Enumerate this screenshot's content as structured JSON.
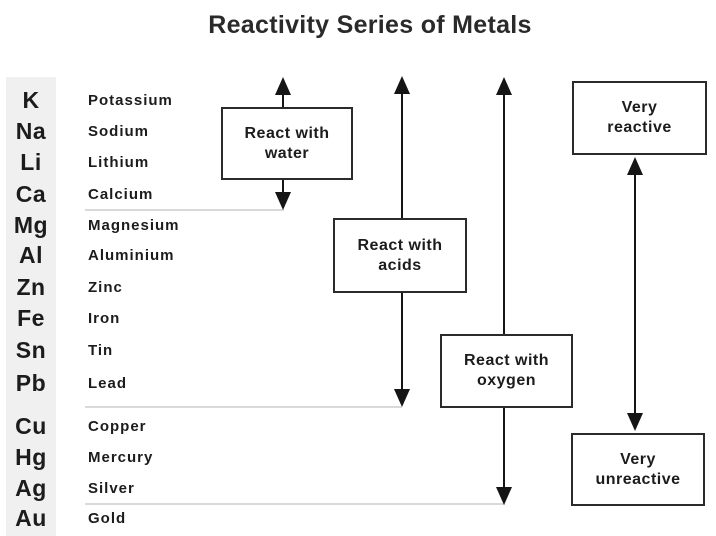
{
  "title": "Reactivity Series of Metals",
  "elements": [
    {
      "symbol": "K",
      "name": "Potassium"
    },
    {
      "symbol": "Na",
      "name": "Sodium"
    },
    {
      "symbol": "Li",
      "name": "Lithium"
    },
    {
      "symbol": "Ca",
      "name": "Calcium"
    },
    {
      "symbol": "Mg",
      "name": "Magnesium"
    },
    {
      "symbol": "Al",
      "name": "Aluminium"
    },
    {
      "symbol": "Zn",
      "name": "Zinc"
    },
    {
      "symbol": "Fe",
      "name": "Iron"
    },
    {
      "symbol": "Sn",
      "name": "Tin"
    },
    {
      "symbol": "Pb",
      "name": "Lead"
    },
    {
      "symbol": "Cu",
      "name": "Copper"
    },
    {
      "symbol": "Hg",
      "name": "Mercury"
    },
    {
      "symbol": "Ag",
      "name": "Silver"
    },
    {
      "symbol": "Au",
      "name": "Gold"
    }
  ],
  "labels": {
    "react_with_water": "React with water",
    "react_with_acids": "React with acids",
    "react_with_oxygen": "React with oxygen",
    "very_reactive": "Very reactive",
    "very_unreactive": "Very unreactive"
  },
  "colors": {
    "background": "#ffffff",
    "text": "#1c1c1c",
    "box_border": "#2b2b2b",
    "arrow": "#151515",
    "symbol_strip": "#f0f0f0",
    "separator": "#d9d9d9"
  }
}
